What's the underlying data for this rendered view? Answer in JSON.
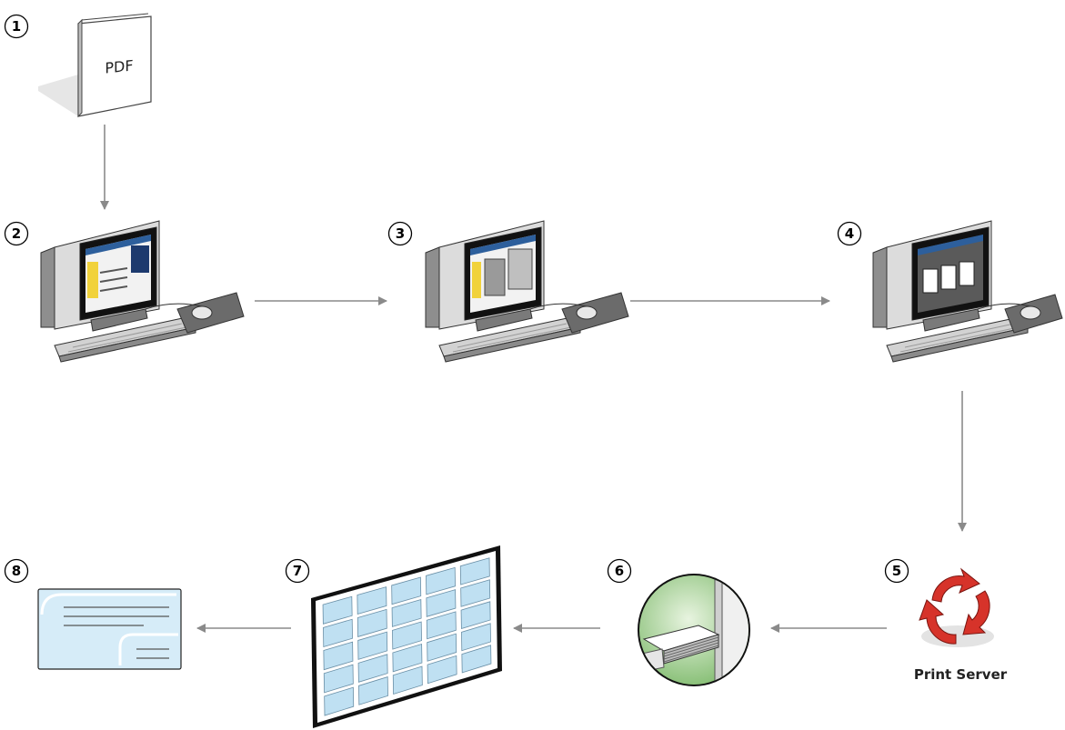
{
  "steps": [
    {
      "number": "1"
    },
    {
      "number": "2"
    },
    {
      "number": "3"
    },
    {
      "number": "4"
    },
    {
      "number": "5"
    },
    {
      "number": "6"
    },
    {
      "number": "7"
    },
    {
      "number": "8"
    }
  ],
  "pdf_document": {
    "label": "PDF"
  },
  "print_server": {
    "label": "Print Server"
  },
  "icons": {
    "pdf": "pdf-document-icon",
    "computer": "computer-workstation-icon",
    "server": "print-server-icon",
    "printer": "printer-output-tray-icon",
    "sheet": "imposed-press-sheet-icon",
    "card": "finished-card-icon"
  },
  "colors": {
    "arrow": "#8a8a8a",
    "server_arrows": "#d6332a",
    "sheet_cells": "#bfe0f2",
    "card_fill": "#d6ecf8",
    "printer_circle": "#8bc17a"
  }
}
